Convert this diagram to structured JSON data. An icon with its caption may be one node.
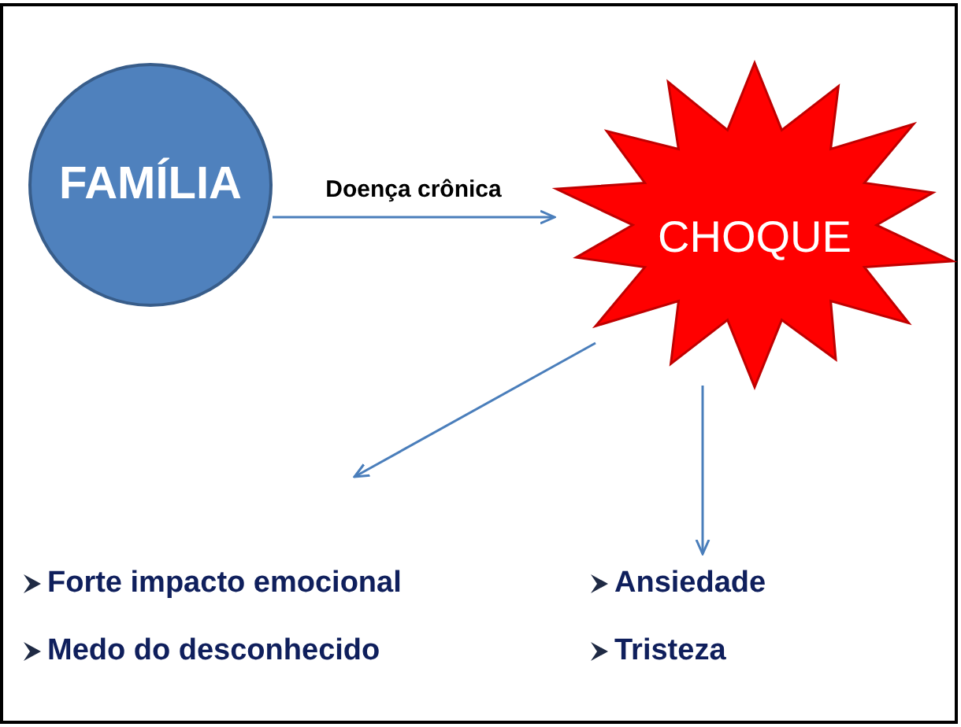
{
  "diagram": {
    "nodes": [
      {
        "text": [
          "FAMÍLIA"
        ]
      },
      {
        "text": [
          "CHOQUE"
        ]
      },
      {
        "text": [
          "Forte impacto emocional",
          "Medo do desconhecido"
        ]
      },
      {
        "text": [
          "Ansiedade",
          "Tristeza"
        ]
      }
    ],
    "edges": [
      {
        "from": 0,
        "to": 1,
        "arrow": "to",
        "label": "Doença crônica"
      },
      {
        "from": 1,
        "to": 2,
        "arrow": "to"
      },
      {
        "from": 1,
        "to": 3,
        "arrow": "to"
      }
    ]
  }
}
